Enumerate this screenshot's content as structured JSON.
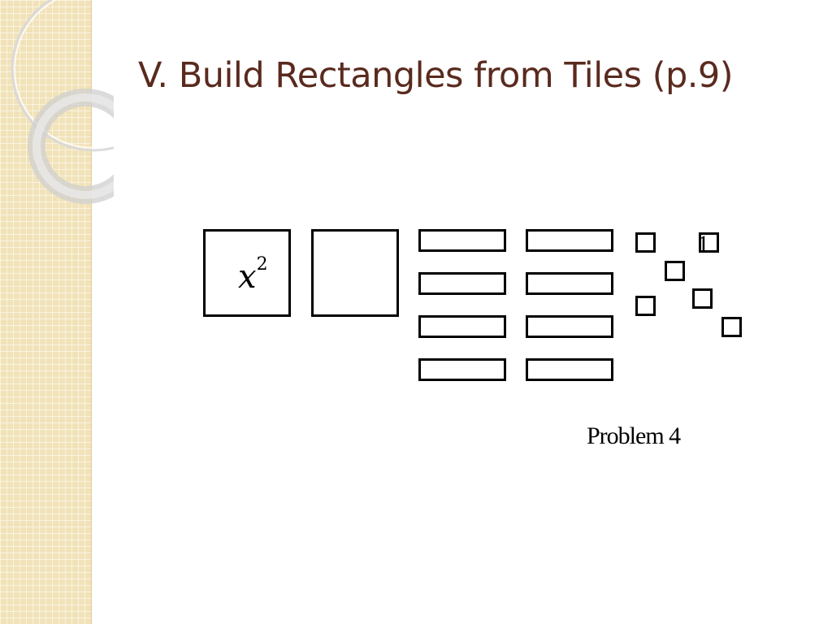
{
  "slide": {
    "title": "V. Build Rectangles from Tiles (p.9)",
    "problem_label": "Problem 4"
  },
  "tiles": {
    "x_squared": {
      "count": 2,
      "label_base": "x",
      "label_exponent": "2"
    },
    "x_tiles": {
      "count": 8
    },
    "unit_tiles": {
      "count": 6,
      "label": "1"
    }
  },
  "colors": {
    "title": "#5a2a1e",
    "side_panel": "#f1e2b8",
    "tile_border": "#000000"
  }
}
